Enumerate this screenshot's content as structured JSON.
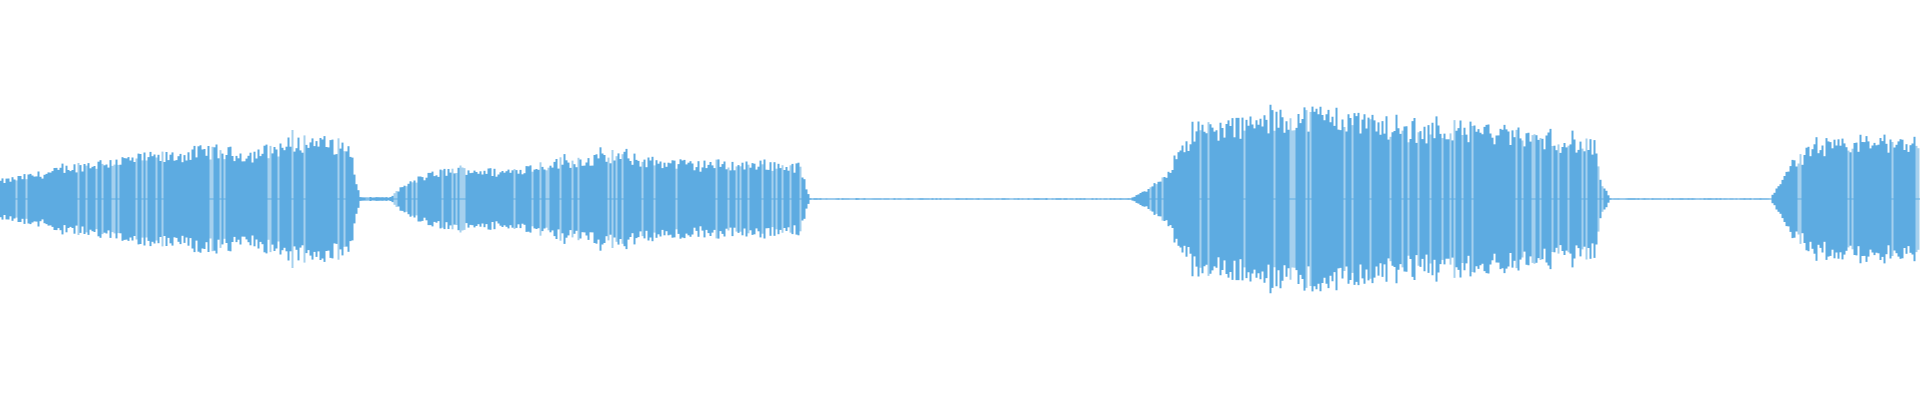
{
  "waveform": {
    "color": "#5dabe1",
    "background": "#ffffff",
    "envelope": [
      [
        0.0,
        0.2
      ],
      [
        0.02,
        0.24
      ],
      [
        0.05,
        0.3
      ],
      [
        0.08,
        0.38
      ],
      [
        0.11,
        0.42
      ],
      [
        0.14,
        0.46
      ],
      [
        0.17,
        0.48
      ],
      [
        0.19,
        0.52
      ],
      [
        0.21,
        0.55
      ],
      [
        0.23,
        0.52
      ],
      [
        0.25,
        0.5
      ],
      [
        0.27,
        0.56
      ],
      [
        0.29,
        0.62
      ],
      [
        0.31,
        0.66
      ],
      [
        0.33,
        0.62
      ],
      [
        0.35,
        0.58
      ],
      [
        0.355,
        0.2
      ],
      [
        0.36,
        0.02
      ],
      [
        0.39,
        0.02
      ],
      [
        0.4,
        0.12
      ],
      [
        0.42,
        0.24
      ],
      [
        0.44,
        0.3
      ],
      [
        0.46,
        0.34
      ],
      [
        0.48,
        0.32
      ],
      [
        0.5,
        0.3
      ],
      [
        0.52,
        0.34
      ],
      [
        0.54,
        0.38
      ],
      [
        0.56,
        0.42
      ],
      [
        0.58,
        0.44
      ],
      [
        0.6,
        0.46
      ],
      [
        0.62,
        0.48
      ],
      [
        0.64,
        0.44
      ],
      [
        0.66,
        0.42
      ],
      [
        0.68,
        0.4
      ],
      [
        0.7,
        0.38
      ],
      [
        0.72,
        0.4
      ],
      [
        0.74,
        0.38
      ],
      [
        0.76,
        0.4
      ],
      [
        0.78,
        0.38
      ],
      [
        0.8,
        0.36
      ],
      [
        0.805,
        0.14
      ],
      [
        0.81,
        0.008
      ],
      [
        1.13,
        0.008
      ],
      [
        1.14,
        0.06
      ],
      [
        1.15,
        0.12
      ],
      [
        1.16,
        0.22
      ],
      [
        1.17,
        0.34
      ],
      [
        1.18,
        0.6
      ],
      [
        1.2,
        0.76
      ],
      [
        1.23,
        0.82
      ],
      [
        1.26,
        0.86
      ],
      [
        1.29,
        0.92
      ],
      [
        1.31,
        0.94
      ],
      [
        1.32,
        0.96
      ],
      [
        1.34,
        0.92
      ],
      [
        1.37,
        0.86
      ],
      [
        1.4,
        0.78
      ],
      [
        1.42,
        0.76
      ],
      [
        1.44,
        0.8
      ],
      [
        1.47,
        0.78
      ],
      [
        1.5,
        0.74
      ],
      [
        1.53,
        0.7
      ],
      [
        1.56,
        0.64
      ],
      [
        1.58,
        0.62
      ],
      [
        1.595,
        0.58
      ],
      [
        1.6,
        0.2
      ],
      [
        1.61,
        0.008
      ],
      [
        1.77,
        0.008
      ],
      [
        1.775,
        0.1
      ],
      [
        1.79,
        0.38
      ],
      [
        1.81,
        0.54
      ],
      [
        1.84,
        0.6
      ],
      [
        1.87,
        0.64
      ],
      [
        1.92,
        0.64
      ]
    ]
  }
}
